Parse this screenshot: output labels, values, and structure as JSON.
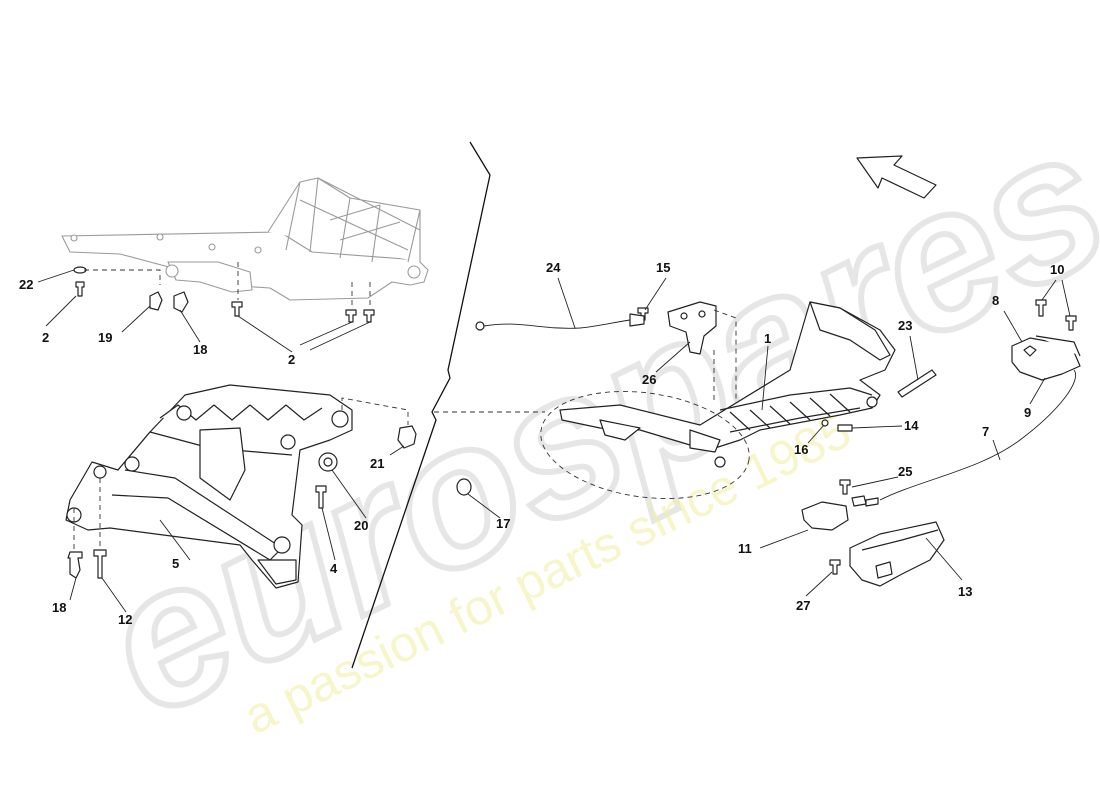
{
  "watermark": {
    "brand": "eurospares",
    "tagline": "a passion for parts since 1985"
  },
  "callouts": [
    {
      "id": "c1",
      "text": "1"
    },
    {
      "id": "c2a",
      "text": "2"
    },
    {
      "id": "c2b",
      "text": "2"
    },
    {
      "id": "c4",
      "text": "4"
    },
    {
      "id": "c5",
      "text": "5"
    },
    {
      "id": "c7",
      "text": "7"
    },
    {
      "id": "c8",
      "text": "8"
    },
    {
      "id": "c9",
      "text": "9"
    },
    {
      "id": "c10",
      "text": "10"
    },
    {
      "id": "c11",
      "text": "11"
    },
    {
      "id": "c12",
      "text": "12"
    },
    {
      "id": "c13",
      "text": "13"
    },
    {
      "id": "c14",
      "text": "14"
    },
    {
      "id": "c15",
      "text": "15"
    },
    {
      "id": "c16",
      "text": "16"
    },
    {
      "id": "c17",
      "text": "17"
    },
    {
      "id": "c18a",
      "text": "18"
    },
    {
      "id": "c18b",
      "text": "18"
    },
    {
      "id": "c19",
      "text": "19"
    },
    {
      "id": "c20",
      "text": "20"
    },
    {
      "id": "c21",
      "text": "21"
    },
    {
      "id": "c22",
      "text": "22"
    },
    {
      "id": "c23",
      "text": "23"
    },
    {
      "id": "c24",
      "text": "24"
    },
    {
      "id": "c25",
      "text": "25"
    },
    {
      "id": "c26",
      "text": "26"
    },
    {
      "id": "c27",
      "text": "27"
    }
  ],
  "icons": {
    "direction_arrow": "direction-arrow-icon"
  }
}
